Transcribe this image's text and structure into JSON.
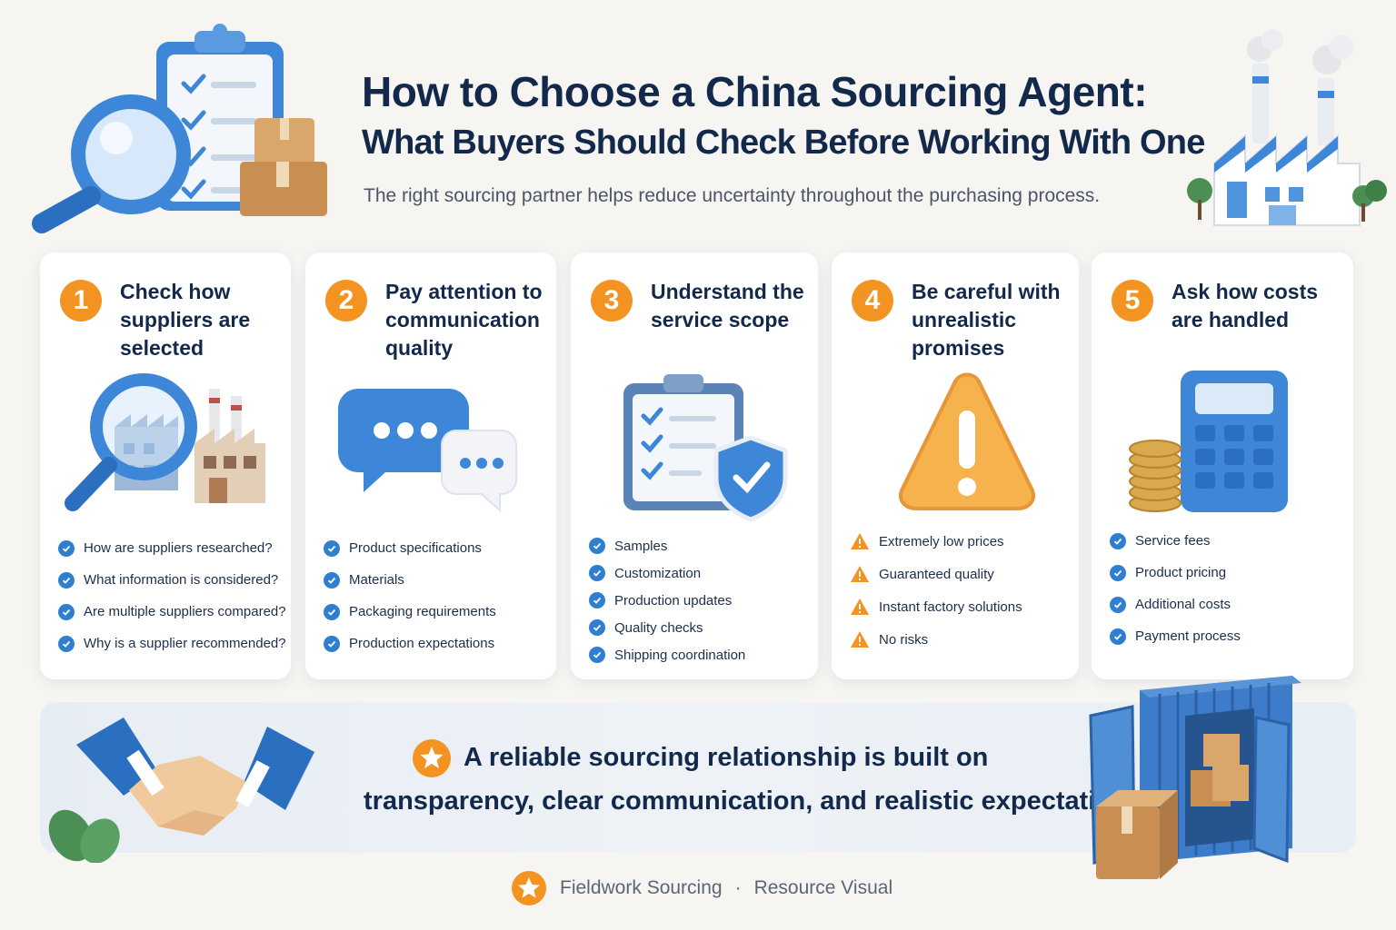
{
  "header": {
    "title_line1": "How to Choose a China Sourcing Agent:",
    "title_line2": "What Buyers Should Check Before Working With One",
    "subtitle": "The right sourcing partner helps reduce uncertainty throughout the purchasing process."
  },
  "cards": [
    {
      "number": "1",
      "title": "Check how suppliers are selected",
      "icon": "magnifier-factory-icon",
      "items": [
        "How are suppliers researched?",
        "What information is considered?",
        "Are multiple suppliers compared?",
        "Why is a supplier recommended?"
      ]
    },
    {
      "number": "2",
      "title": "Pay attention to communication quality",
      "icon": "chat-bubbles-icon",
      "items": [
        "Product specifications",
        "Materials",
        "Packaging requirements",
        "Production expectations"
      ]
    },
    {
      "number": "3",
      "title": "Understand the service scope",
      "icon": "clipboard-shield-icon",
      "items": [
        "Samples",
        "Customization",
        "Production updates",
        "Quality checks",
        "Shipping coordination"
      ]
    },
    {
      "number": "4",
      "title": "Be careful with unrealistic promises",
      "icon": "warning-triangle-icon",
      "items": [
        "Extremely low prices",
        "Guaranteed quality",
        "Instant factory solutions",
        "No risks"
      ]
    },
    {
      "number": "5",
      "title": "Ask how costs are handled",
      "icon": "calculator-coins-icon",
      "items": [
        "Service fees",
        "Product pricing",
        "Additional costs",
        "Payment process"
      ]
    }
  ],
  "banner": {
    "line1": "A reliable sourcing relationship is built on",
    "line2": "transparency, clear communication, and realistic expectations."
  },
  "footer": {
    "brand": "Fieldwork Sourcing",
    "separator": "·",
    "label": "Resource Visual"
  },
  "colors": {
    "accent_orange": "#f39322",
    "brand_blue": "#2f7fd1",
    "navy": "#13294b"
  }
}
